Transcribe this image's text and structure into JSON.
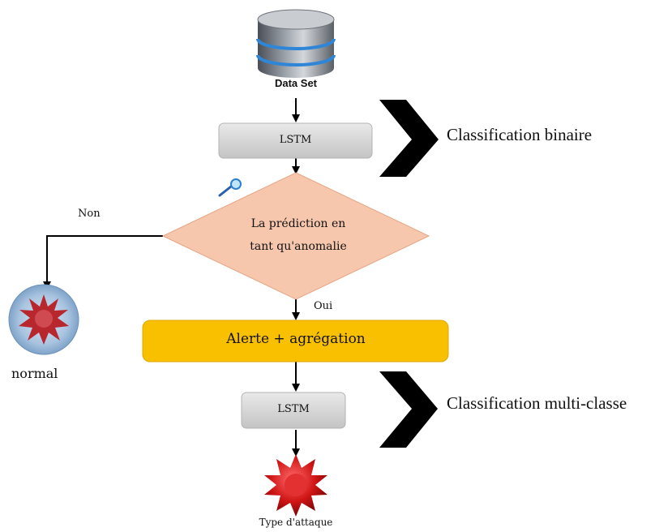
{
  "nodes": {
    "dataset": "Data Set",
    "lstm1": "LSTM",
    "decision_line1": "La prédiction en",
    "decision_line2": "tant qu'anomalie",
    "alert": "Alerte + agrégation",
    "lstm2": "LSTM",
    "normal": "normal",
    "attack": "Type d'attaque"
  },
  "edges": {
    "no": "Non",
    "yes": "Oui"
  },
  "stages": {
    "binary": "Classification binaire",
    "multi": "Classification multi-classe"
  },
  "icons": [
    "database-icon",
    "magnifier-icon",
    "virus-icon"
  ],
  "colors": {
    "lstm_box": "#d6d6d6",
    "decision": "#f6c7ad",
    "alert": "#f9c000",
    "normal_icon": "#c0303a",
    "attack_icon": "#d01010",
    "arrow": "#000000"
  }
}
